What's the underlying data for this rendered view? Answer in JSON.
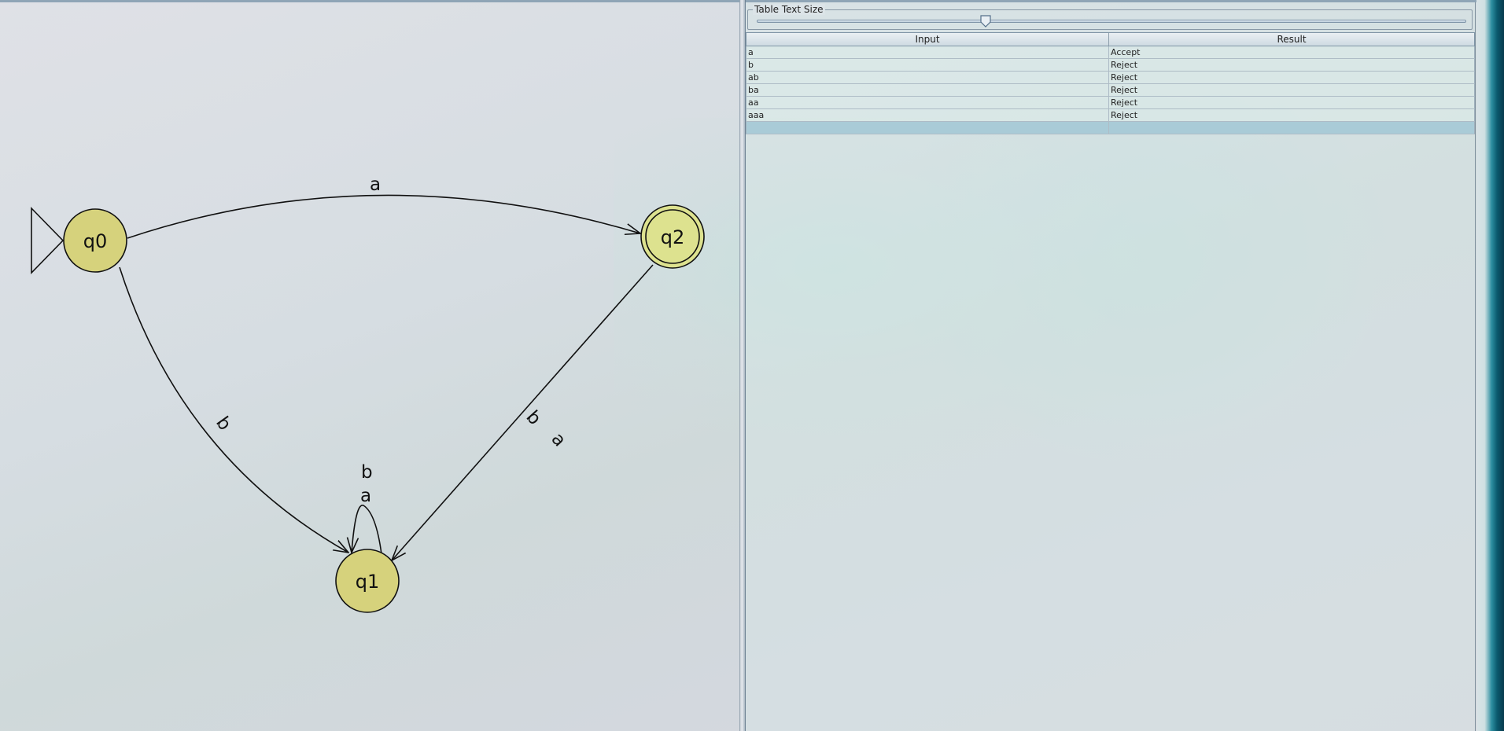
{
  "automaton": {
    "states": [
      {
        "id": "q0",
        "label": "q0",
        "initial": true,
        "final": false
      },
      {
        "id": "q1",
        "label": "q1",
        "initial": false,
        "final": false
      },
      {
        "id": "q2",
        "label": "q2",
        "initial": false,
        "final": true
      }
    ],
    "transitions": [
      {
        "from": "q0",
        "to": "q2",
        "labels": [
          "a"
        ]
      },
      {
        "from": "q0",
        "to": "q1",
        "labels": [
          "b"
        ]
      },
      {
        "from": "q2",
        "to": "q1",
        "labels": [
          "b",
          "a"
        ]
      },
      {
        "from": "q1",
        "to": "q1",
        "labels": [
          "b",
          "a"
        ]
      }
    ],
    "state_color": "#d6d27c",
    "final_state_color": "#dde28f"
  },
  "panel": {
    "slider_legend": "Table Text Size",
    "slider_value_fraction": 0.32,
    "table": {
      "headers": [
        "Input",
        "Result"
      ],
      "rows": [
        {
          "input": "a",
          "result": "Accept"
        },
        {
          "input": "b",
          "result": "Reject"
        },
        {
          "input": "ab",
          "result": "Reject"
        },
        {
          "input": "ba",
          "result": "Reject"
        },
        {
          "input": "aa",
          "result": "Reject"
        },
        {
          "input": "aaa",
          "result": "Reject"
        },
        {
          "input": "",
          "result": ""
        }
      ]
    }
  }
}
